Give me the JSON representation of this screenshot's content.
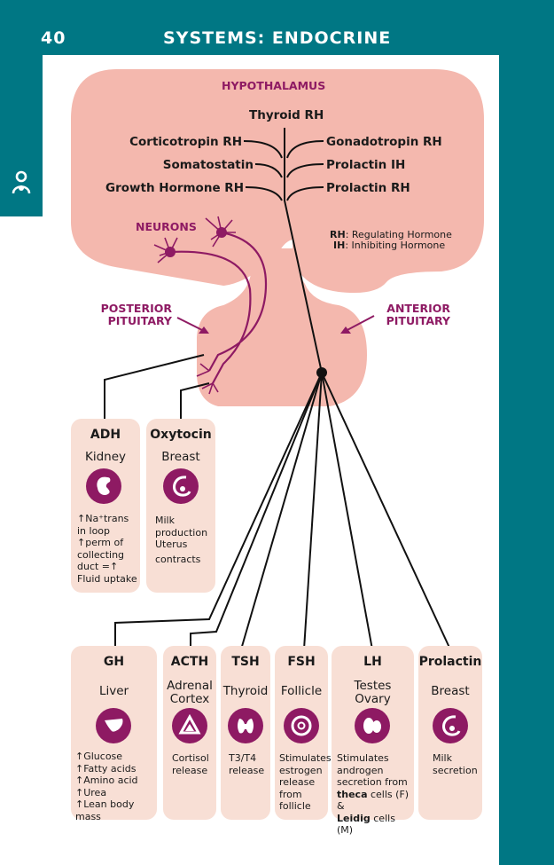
{
  "header": {
    "page_number": "40",
    "title": "SYSTEMS: ENDOCRINE"
  },
  "hypothalamus": {
    "title": "HYPOTHALAMUS",
    "center_hormone": "Thyroid RH",
    "left_hormones": [
      "Corticotropin RH",
      "Somatostatin",
      "Growth Hormone RH"
    ],
    "right_hormones": [
      "Gonadotropin RH",
      "Prolactin IH",
      "Prolactin RH"
    ],
    "neurons_label": "NEURONS",
    "legend": [
      {
        "abbr": "RH",
        "text": ": Regulating Hormone"
      },
      {
        "abbr": "IH",
        "text": ": Inhibiting Hormone"
      }
    ]
  },
  "pituitary": {
    "posterior": [
      "POSTERIOR",
      "PITUITARY"
    ],
    "anterior": [
      "ANTERIOR",
      "PITUITARY"
    ]
  },
  "posterior_cards": [
    {
      "hormone": "ADH",
      "target": "Kidney",
      "icon": "kidney-icon",
      "desc": [
        "↑Na⁺trans",
        "in loop",
        "↑perm of",
        "collecting",
        "duct =↑",
        "Fluid uptake"
      ]
    },
    {
      "hormone": "Oxytocin",
      "target": "Breast",
      "icon": "breast-icon",
      "desc": [
        "Milk",
        "production",
        "Uterus",
        "contracts"
      ]
    }
  ],
  "anterior_cards": [
    {
      "hormone": "GH",
      "target": [
        "Liver"
      ],
      "icon": "liver-icon",
      "desc": [
        "↑Glucose",
        "↑Fatty acids",
        "↑Amino acid",
        "↑Urea",
        "↑Lean body mass"
      ]
    },
    {
      "hormone": "ACTH",
      "target": [
        "Adrenal",
        "Cortex"
      ],
      "icon": "adrenal-icon",
      "desc": [
        "Cortisol",
        "release"
      ]
    },
    {
      "hormone": "TSH",
      "target": [
        "Thyroid"
      ],
      "icon": "thyroid-icon",
      "desc": [
        "T3/T4",
        "release"
      ]
    },
    {
      "hormone": "FSH",
      "target": [
        "Follicle"
      ],
      "icon": "follicle-icon",
      "desc": [
        "Stimulates",
        "estrogen",
        "release",
        "from",
        "follicle"
      ]
    },
    {
      "hormone": "LH",
      "target": [
        "Testes",
        "Ovary"
      ],
      "icon": "gonad-icon",
      "desc_prefix": [
        "Stimulates",
        "androgen",
        "secretion from"
      ],
      "desc_bold_1": "theca",
      "desc_mid_1": " cells (F) &",
      "desc_bold_2": "Leidig",
      "desc_mid_2": " cells (M)"
    },
    {
      "hormone": "Prolactin",
      "target": [
        "Breast"
      ],
      "icon": "breast-icon",
      "desc": [
        "Milk",
        "secretion"
      ]
    }
  ],
  "colors": {
    "teal": "#007784",
    "pink": "#f4b8ae",
    "card": "#f8dfd5",
    "purple": "#8e1a63",
    "line": "#111111"
  }
}
